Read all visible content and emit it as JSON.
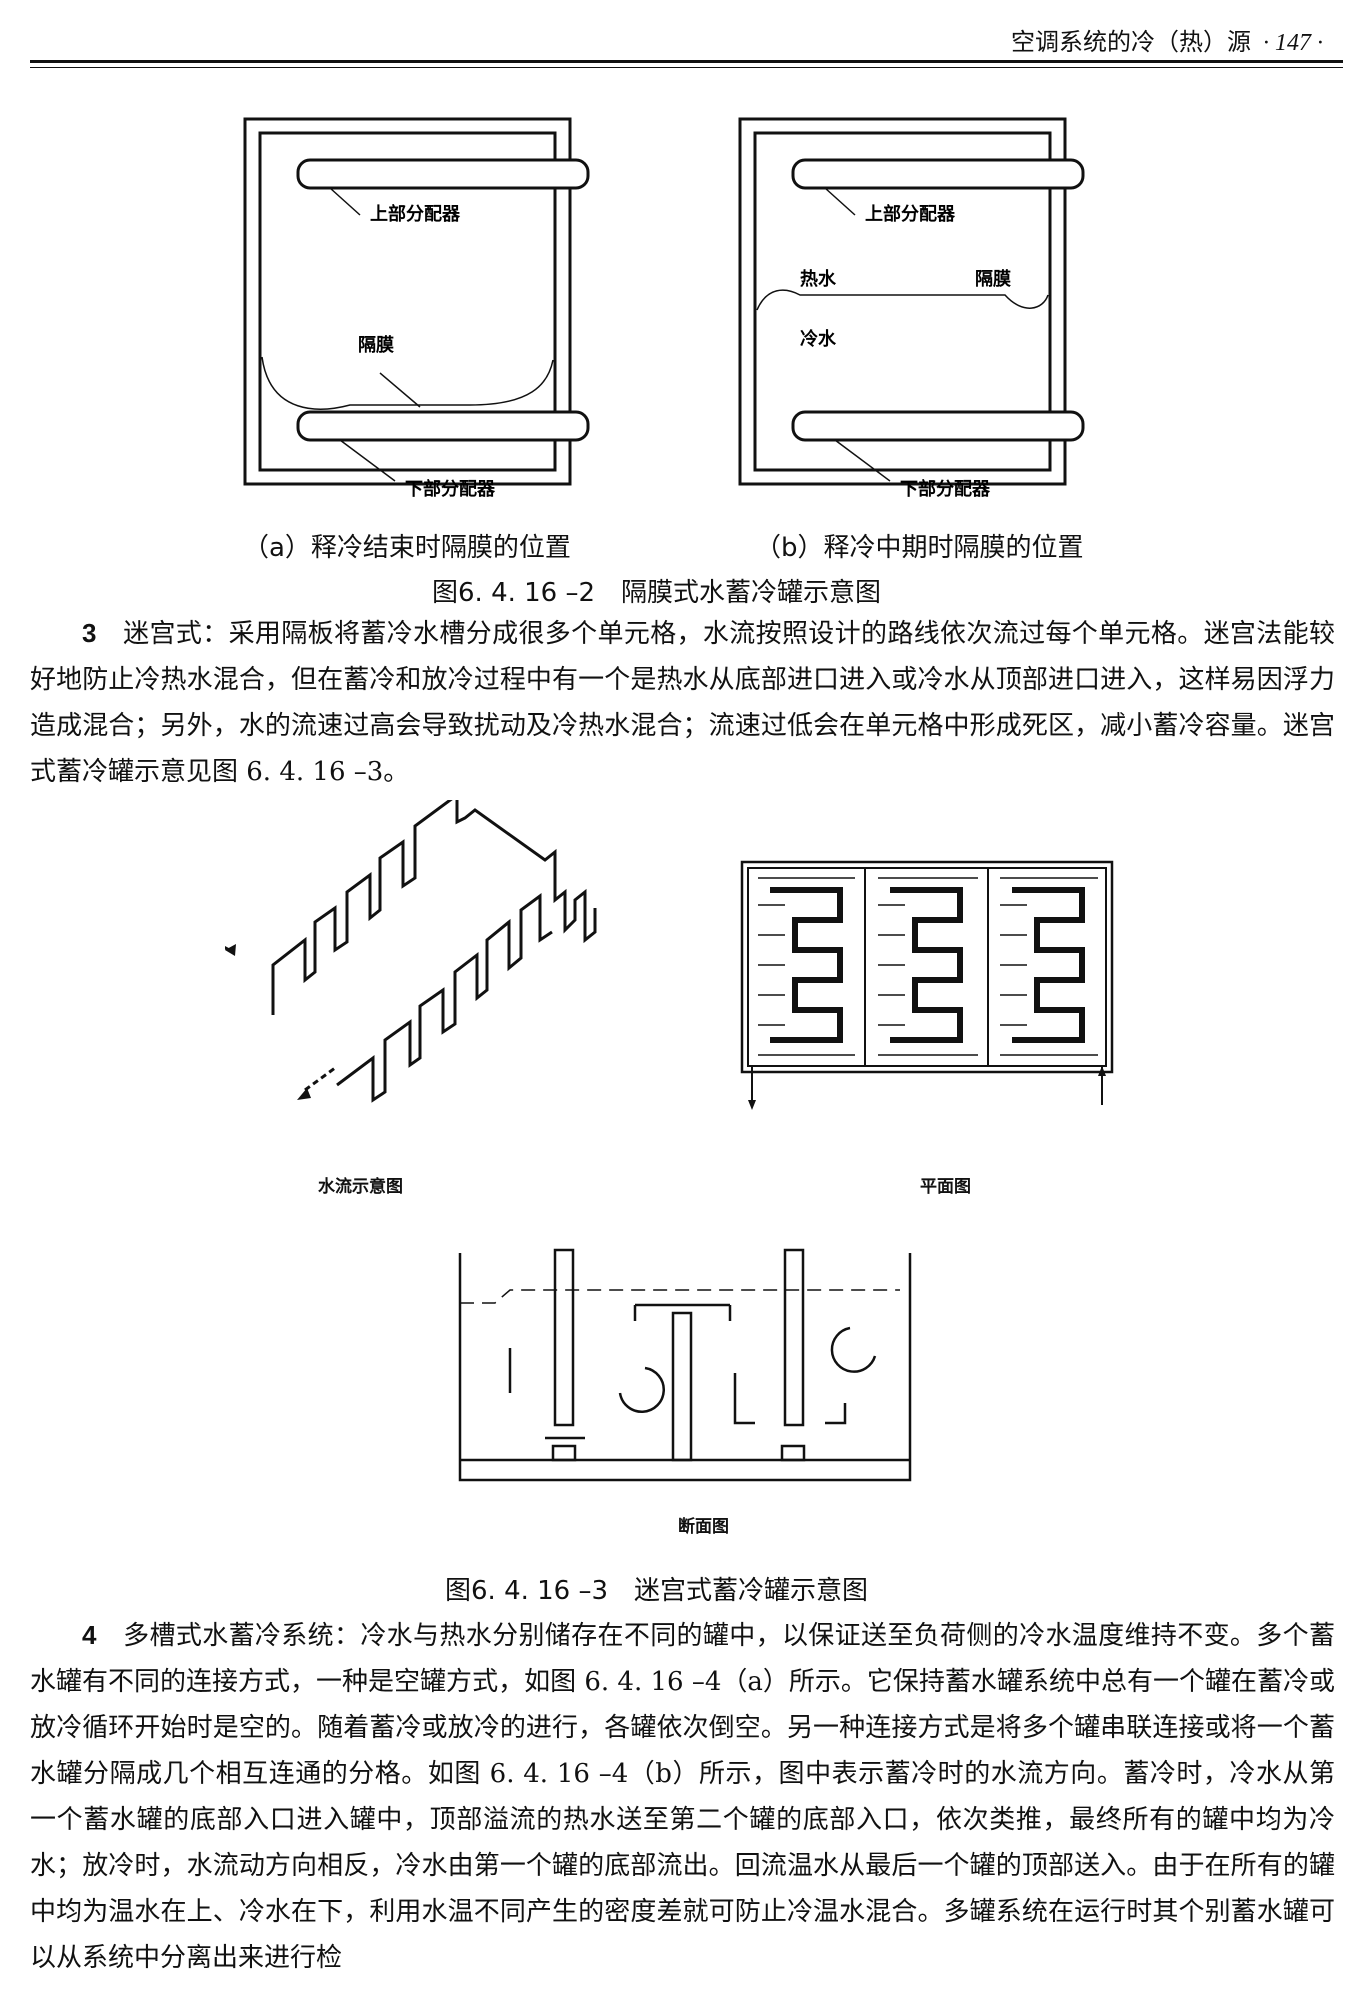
{
  "header": {
    "title": "空调系统的冷（热）源",
    "page": "· 147 ·"
  },
  "fig2": {
    "a": {
      "upper": "上部分配器",
      "membrane": "隔膜",
      "lower": "下部分配器",
      "caption": "（a）释冷结束时隔膜的位置"
    },
    "b": {
      "upper": "上部分配器",
      "hot": "热水",
      "membrane": "隔膜",
      "cold": "冷水",
      "lower": "下部分配器",
      "caption": "（b）释冷中期时隔膜的位置"
    },
    "title": "图6. 4. 16 –2　隔膜式水蓄冷罐示意图"
  },
  "para3": {
    "num": "3",
    "text": "迷宫式：采用隔板将蓄冷水槽分成很多个单元格，水流按照设计的路线依次流过每个单元格。迷宫法能较好地防止冷热水混合，但在蓄冷和放冷过程中有一个是热水从底部进口进入或冷水从顶部进口进入，这样易因浮力造成混合；另外，水的流速过高会导致扰动及冷热水混合；流速过低会在单元格中形成死区，减小蓄冷容量。迷宫式蓄冷罐示意见图 6. 4. 16 –3。"
  },
  "fig3": {
    "flow_label": "水流示意图",
    "plan_label": "平面图",
    "section_label": "断面图",
    "title": "图6. 4. 16 –3　迷宫式蓄冷罐示意图"
  },
  "para4": {
    "num": "4",
    "text": "多槽式水蓄冷系统：冷水与热水分别储存在不同的罐中，以保证送至负荷侧的冷水温度维持不变。多个蓄水罐有不同的连接方式，一种是空罐方式，如图 6. 4. 16 –4（a）所示。它保持蓄水罐系统中总有一个罐在蓄冷或放冷循环开始时是空的。随着蓄冷或放冷的进行，各罐依次倒空。另一种连接方式是将多个罐串联连接或将一个蓄水罐分隔成几个相互连通的分格。如图 6. 4. 16 –4（b）所示，图中表示蓄冷时的水流方向。蓄冷时，冷水从第一个蓄水罐的底部入口进入罐中，顶部溢流的热水送至第二个罐的底部入口，依次类推，最终所有的罐中均为冷水；放冷时，水流动方向相反，冷水由第一个罐的底部流出。回流温水从最后一个罐的顶部送入。由于在所有的罐中均为温水在上、冷水在下，利用水温不同产生的密度差就可防止冷温水混合。多罐系统在运行时其个别蓄水罐可以从系统中分离出来进行检"
  }
}
